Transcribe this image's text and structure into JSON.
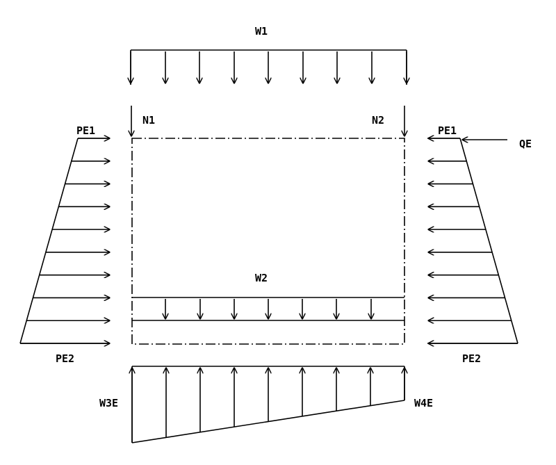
{
  "labels": {
    "w1": "W1",
    "w2": "W2",
    "n1": "N1",
    "n2": "N2",
    "pe1_left": "PE1",
    "pe1_right": "PE1",
    "pe2_left": "PE2",
    "pe2_right": "PE2",
    "qe": "QE",
    "w3e": "W3E",
    "w4e": "W4E"
  },
  "colors": {
    "line": "#000000",
    "background": "#ffffff"
  }
}
